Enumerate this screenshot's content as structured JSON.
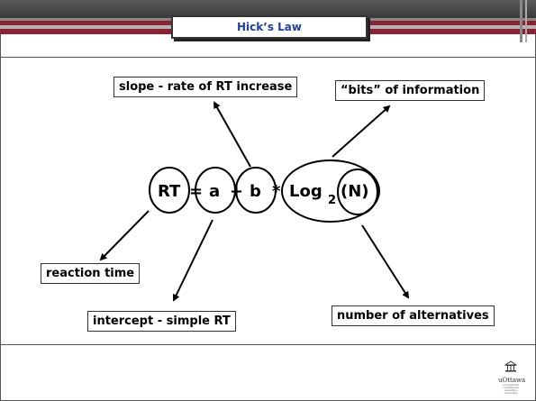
{
  "slide": {
    "title": "Hick’s Law"
  },
  "equation": {
    "rt": "RT",
    "equals": "=",
    "a": "a",
    "plus": "+",
    "b": "b",
    "times": "*",
    "log": "Log",
    "subscript": "2",
    "n": "(N)"
  },
  "labels": {
    "slope": "slope - rate of RT increase",
    "bits": "“bits” of information",
    "reaction_time": "reaction time",
    "intercept": "intercept - simple RT",
    "alternatives": "number of alternatives"
  },
  "logo": {
    "name": "uOttawa",
    "fine_print": "L'Université canadienne\nCanada's university"
  },
  "colors": {
    "title_text": "#1f3fa8",
    "header_red": "#8a2232"
  }
}
